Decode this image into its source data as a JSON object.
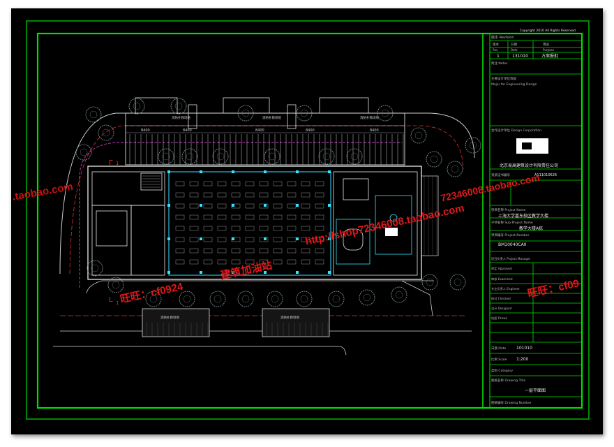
{
  "copyright": "Copyright 2010 All Rights Reserved",
  "revision": {
    "header": "版本 Revision",
    "columns": [
      "版本\nRev.",
      "日期\nDate",
      "用途\nPurpose"
    ],
    "row": [
      "1",
      "131010",
      "方案报批"
    ]
  },
  "notes_label": "附注 Notes",
  "design_firm_label": "主要设计单位等级\nMajor for Engineering Design",
  "cooperation_label": "合作设计单位 Design Corporation",
  "company_name": "北京易高建筑设计有限责任公司",
  "certificate": {
    "label": "资质证书编号",
    "value": "A111010626"
  },
  "project_name": {
    "label": "项目名称 Project Name",
    "value": "上海大学嘉东校区教学大楼"
  },
  "sub_project": {
    "label": "子项名称 Sub-Project Name",
    "value": "教学大楼A栋"
  },
  "project_number": {
    "label": "项目编号 Project Number",
    "value": "BM10040CA0"
  },
  "signatures": [
    "项目负责人 Project Manager",
    "审定 Approved",
    "审核 Examined",
    "专业负责人 Engineer",
    "校对 Checked",
    "设计 Designed",
    "绘图 Drawn"
  ],
  "date": {
    "label": "日期 Date",
    "value": "101010"
  },
  "scale": {
    "label": "比例 Scale",
    "value": "1:200"
  },
  "category_label": "类别 Category",
  "drawing_title": {
    "label": "图纸名称 Drawing Title",
    "value": "一层平面图"
  },
  "drawing_number_label": "图纸编号 Drawing Number",
  "plan": {
    "bay_dimensions": [
      "8400",
      "8400",
      "8400",
      "8400",
      "8400"
    ],
    "section_mark_top": "1",
    "section_mark_bottom": "1",
    "room_labels": [
      "消防扑救场地",
      "消防扑救场地",
      "消防扑救场地",
      "消防扑救场地",
      "消防扑救场地"
    ]
  },
  "watermarks": {
    "taobao_left": ".taobao.com",
    "shop": "http://shop72346008.taobao.com",
    "taobao_right": "72346008.taobao.com",
    "cf_left": "旺旺：cf0924",
    "build": "建筑加油站",
    "cf_right": "旺旺：cf09"
  },
  "colors": {
    "frame": "#00e000",
    "wall": "#ffffff",
    "column": "#33e5ff",
    "site_line": "#e03030",
    "boundary": "#c040c0",
    "tree": "#8aa0a0",
    "watermark": "#e01818"
  }
}
